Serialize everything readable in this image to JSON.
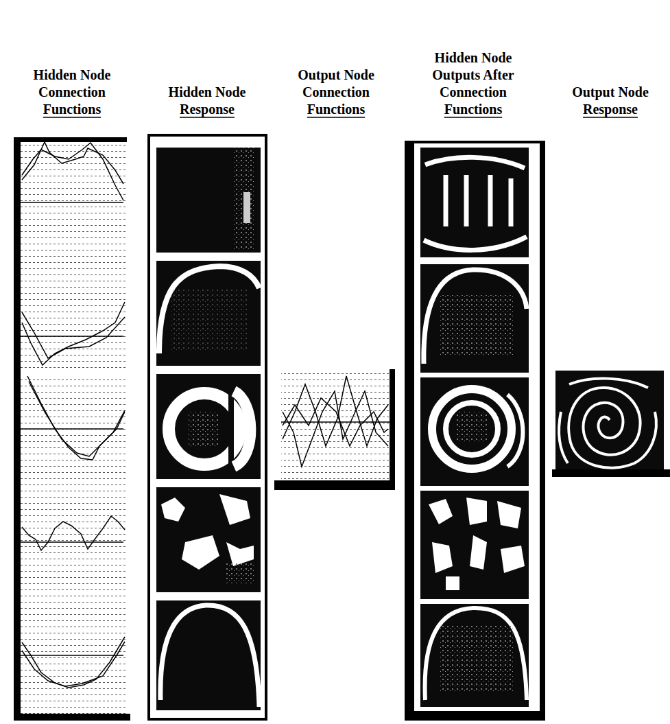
{
  "diagram": {
    "labels": [
      "Hidden Node Connection Functions",
      "Hidden Node Response",
      "Output Node Connection Functions",
      "Hidden Node Outputs After Connection Functions",
      "Output Node Response"
    ]
  }
}
